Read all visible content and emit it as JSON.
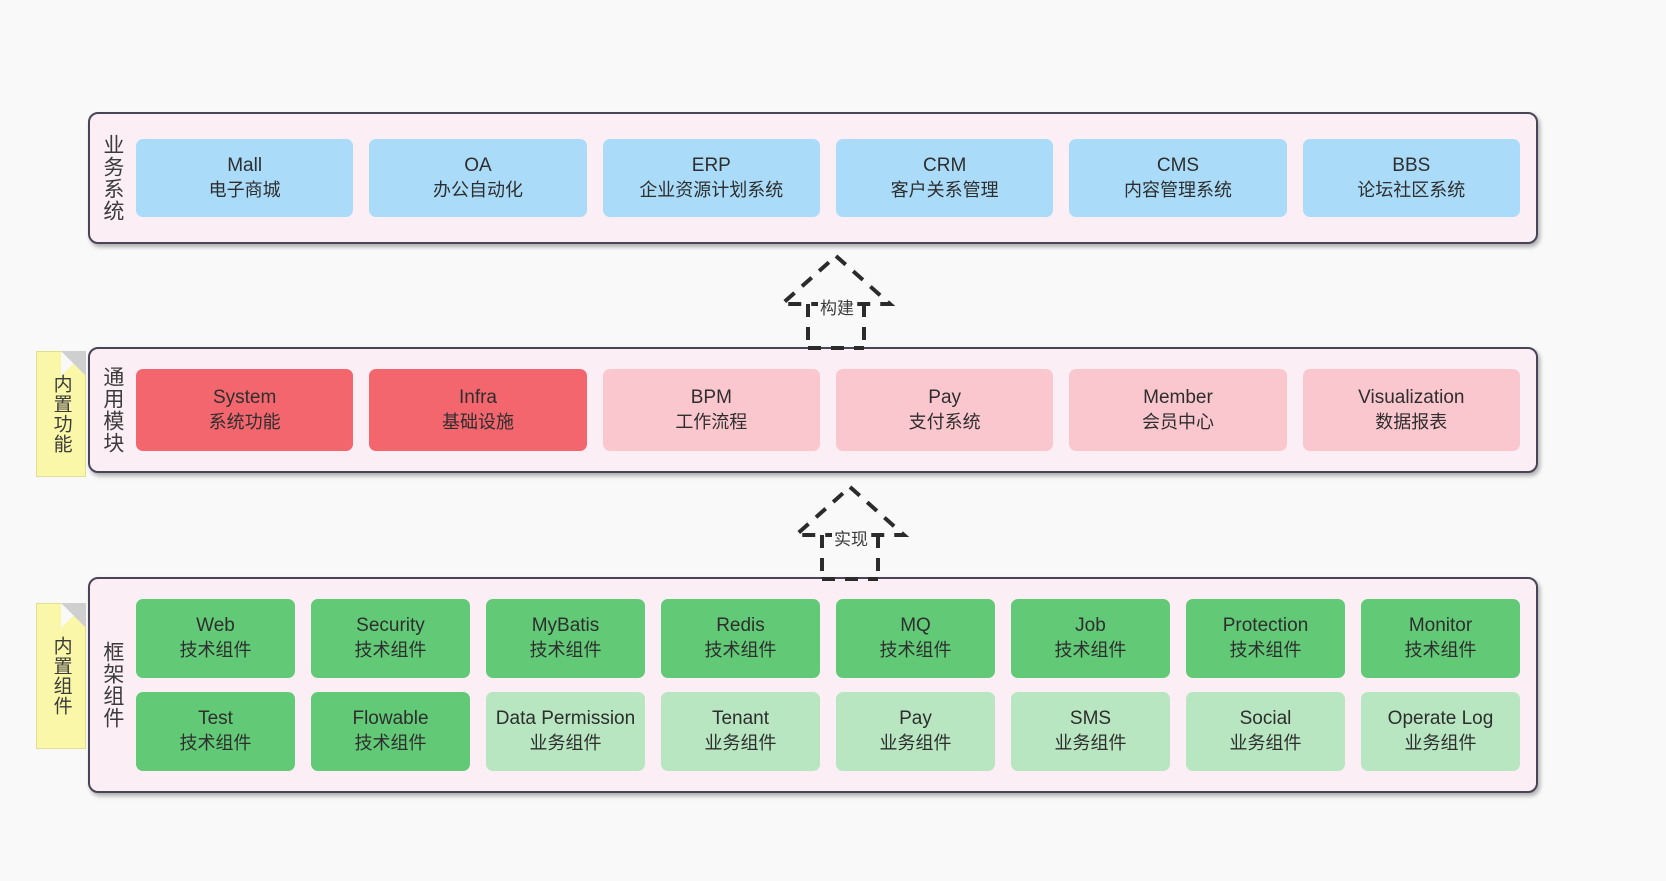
{
  "diagram": {
    "background_color": "#f9f9f9",
    "panel_fill": "#fbeef5",
    "panel_border": "#4a4458",
    "sticky_color": "#fbf7a8"
  },
  "layers": [
    {
      "id": "business",
      "label": "业务系统",
      "cell_color": "#aadcfa",
      "cells": [
        {
          "en": "Mall",
          "cn": "电子商城"
        },
        {
          "en": "OA",
          "cn": "办公自动化"
        },
        {
          "en": "ERP",
          "cn": "企业资源计划系统"
        },
        {
          "en": "CRM",
          "cn": "客户关系管理"
        },
        {
          "en": "CMS",
          "cn": "内容管理系统"
        },
        {
          "en": "BBS",
          "cn": "论坛社区系统"
        }
      ]
    },
    {
      "id": "common",
      "label": "通用模块",
      "sticky": "内置功能",
      "cells": [
        {
          "en": "System",
          "cn": "系统功能",
          "color": "#f4666e"
        },
        {
          "en": "Infra",
          "cn": "基础设施",
          "color": "#f4666e"
        },
        {
          "en": "BPM",
          "cn": "工作流程",
          "color": "#fbc7cf"
        },
        {
          "en": "Pay",
          "cn": "支付系统",
          "color": "#fbc7cf"
        },
        {
          "en": "Member",
          "cn": "会员中心",
          "color": "#fbc7cf"
        },
        {
          "en": "Visualization",
          "cn": "数据报表",
          "color": "#fbc7cf"
        }
      ]
    },
    {
      "id": "framework",
      "label": "框架组件",
      "sticky": "内置组件",
      "rows": [
        [
          {
            "en": "Web",
            "cn": "技术组件",
            "color": "#62ca77"
          },
          {
            "en": "Security",
            "cn": "技术组件",
            "color": "#62ca77"
          },
          {
            "en": "MyBatis",
            "cn": "技术组件",
            "color": "#62ca77"
          },
          {
            "en": "Redis",
            "cn": "技术组件",
            "color": "#62ca77"
          },
          {
            "en": "MQ",
            "cn": "技术组件",
            "color": "#62ca77"
          },
          {
            "en": "Job",
            "cn": "技术组件",
            "color": "#62ca77"
          },
          {
            "en": "Protection",
            "cn": "技术组件",
            "color": "#62ca77"
          },
          {
            "en": "Monitor",
            "cn": "技术组件",
            "color": "#62ca77"
          }
        ],
        [
          {
            "en": "Test",
            "cn": "技术组件",
            "color": "#62ca77"
          },
          {
            "en": "Flowable",
            "cn": "技术组件",
            "color": "#62ca77"
          },
          {
            "en": "Data Permission",
            "cn": "业务组件",
            "color": "#b7e6c1"
          },
          {
            "en": "Tenant",
            "cn": "业务组件",
            "color": "#b7e6c1"
          },
          {
            "en": "Pay",
            "cn": "业务组件",
            "color": "#b7e6c1"
          },
          {
            "en": "SMS",
            "cn": "业务组件",
            "color": "#b7e6c1"
          },
          {
            "en": "Social",
            "cn": "业务组件",
            "color": "#b7e6c1"
          },
          {
            "en": "Operate Log",
            "cn": "业务组件",
            "color": "#b7e6c1"
          }
        ]
      ]
    }
  ],
  "connectors": [
    {
      "id": "build",
      "label": "构建",
      "style": "dashed-hollow-triangle",
      "direction": "up"
    },
    {
      "id": "impl",
      "label": "实现",
      "style": "dashed-hollow-triangle",
      "direction": "up"
    }
  ]
}
